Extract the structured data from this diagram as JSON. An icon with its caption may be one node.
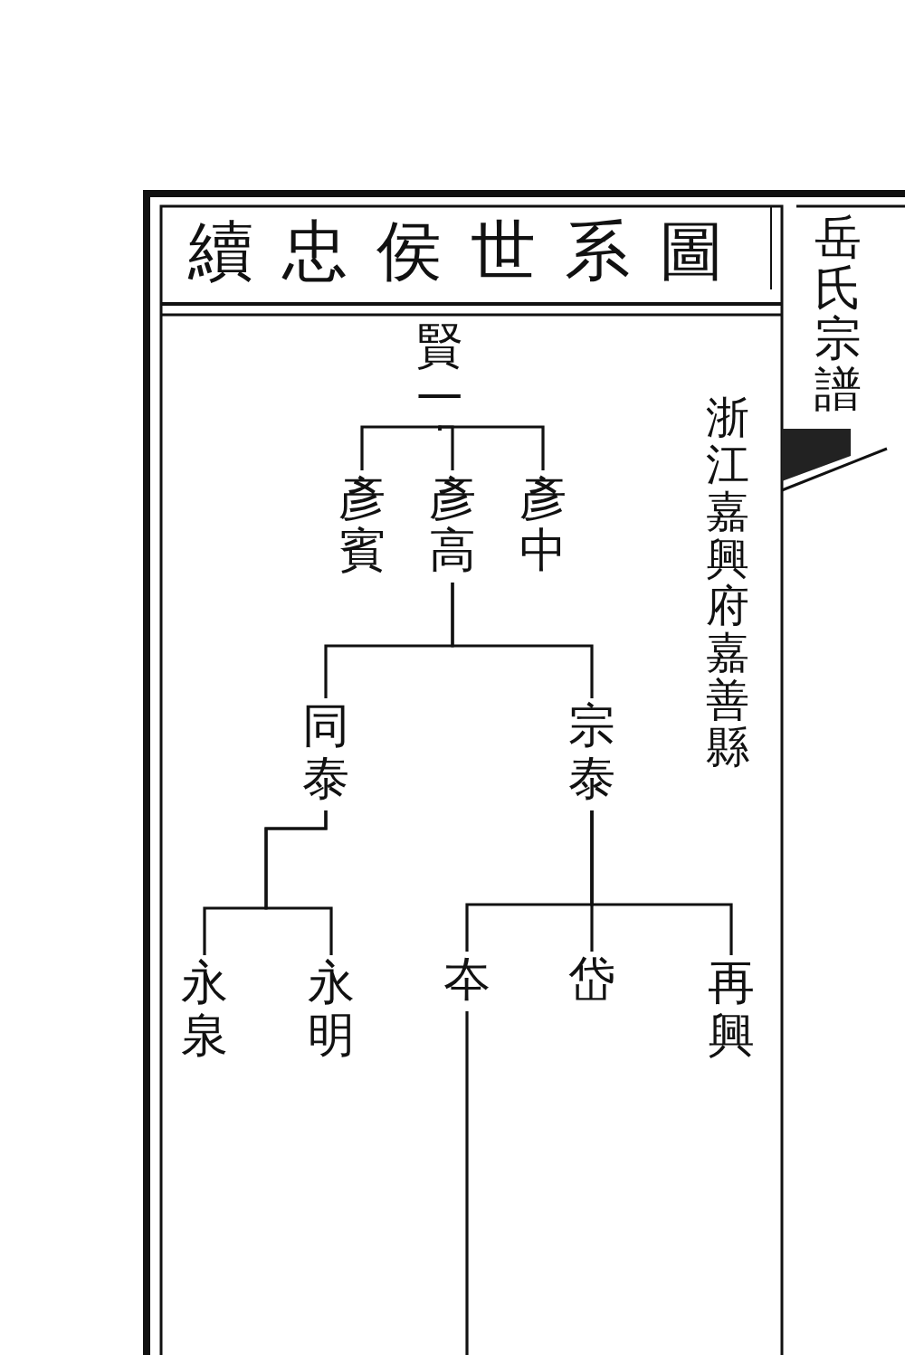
{
  "diagram": {
    "title": "續忠侯世系圖",
    "nodes": [
      {
        "text": [
          "賢一"
        ]
      },
      {
        "text": [
          "彥賓"
        ]
      },
      {
        "text": [
          "彥高"
        ]
      },
      {
        "text": [
          "彥中"
        ]
      },
      {
        "text": [
          "同泰"
        ]
      },
      {
        "text": [
          "宗泰"
        ]
      },
      {
        "text": [
          "永泉"
        ]
      },
      {
        "text": [
          "永明"
        ]
      },
      {
        "text": [
          "夲"
        ]
      },
      {
        "text": [
          "岱"
        ]
      },
      {
        "text": [
          "再興"
        ]
      }
    ],
    "edges": [
      {
        "from": 0,
        "to": 1,
        "arrow": "none"
      },
      {
        "from": 0,
        "to": 2,
        "arrow": "none"
      },
      {
        "from": 0,
        "to": 3,
        "arrow": "none"
      },
      {
        "from": 2,
        "to": 4,
        "arrow": "none"
      },
      {
        "from": 2,
        "to": 5,
        "arrow": "none"
      },
      {
        "from": 4,
        "to": 6,
        "arrow": "none"
      },
      {
        "from": 4,
        "to": 7,
        "arrow": "none"
      },
      {
        "from": 5,
        "to": 8,
        "arrow": "none"
      },
      {
        "from": 5,
        "to": 9,
        "arrow": "none"
      },
      {
        "from": 5,
        "to": 10,
        "arrow": "none"
      },
      {
        "from": 8,
        "to": null,
        "arrow": "none"
      }
    ],
    "labels": [
      "浙江嘉興府嘉善縣",
      "岳氏宗譜"
    ]
  }
}
